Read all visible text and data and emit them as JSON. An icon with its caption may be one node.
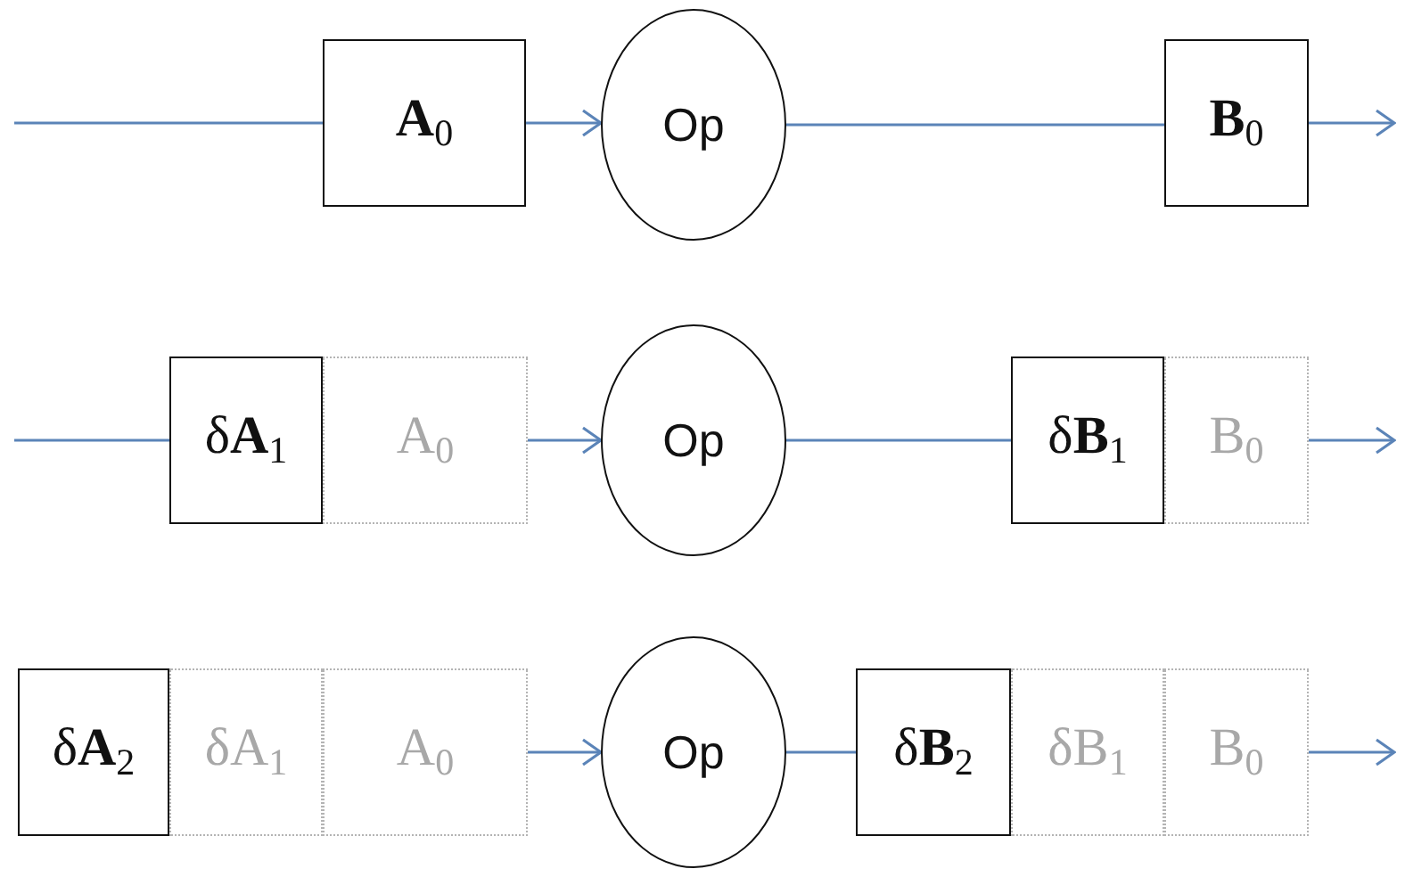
{
  "diagram": {
    "nodes": [
      {
        "text": [
          "**A**$_{0}$"
        ]
      },
      {
        "text": [
          "Op"
        ]
      },
      {
        "text": [
          "**B**$_{0}$"
        ]
      },
      {
        "text": [
          "δ**A**$_{1}$"
        ]
      },
      {
        "text": [
          "A$_{0}$"
        ]
      },
      {
        "text": [
          "Op"
        ]
      },
      {
        "text": [
          "δ**B**$_{1}$"
        ]
      },
      {
        "text": [
          "B$_{0}$"
        ]
      },
      {
        "text": [
          "δ**A**$_{2}$"
        ]
      },
      {
        "text": [
          "δA$_{1}$"
        ]
      },
      {
        "text": [
          "A$_{0}$"
        ]
      },
      {
        "text": [
          "Op"
        ]
      },
      {
        "text": [
          "δ**B**$_{2}$"
        ]
      },
      {
        "text": [
          "δB$_{1}$"
        ]
      },
      {
        "text": [
          "B$_{0}$"
        ]
      }
    ],
    "edges": [
      {
        "from": null,
        "to": 0,
        "arrow": "none"
      },
      {
        "from": 0,
        "to": 1,
        "arrow": "to"
      },
      {
        "from": 1,
        "to": 2,
        "arrow": "none"
      },
      {
        "from": 2,
        "to": null,
        "arrow": "to"
      },
      {
        "from": null,
        "to": 3,
        "arrow": "none"
      },
      {
        "from": 4,
        "to": 5,
        "arrow": "to"
      },
      {
        "from": 5,
        "to": 6,
        "arrow": "none"
      },
      {
        "from": 7,
        "to": null,
        "arrow": "to"
      },
      {
        "from": 10,
        "to": 11,
        "arrow": "to"
      },
      {
        "from": 11,
        "to": 12,
        "arrow": "none"
      },
      {
        "from": 14,
        "to": null,
        "arrow": "to"
      }
    ]
  }
}
